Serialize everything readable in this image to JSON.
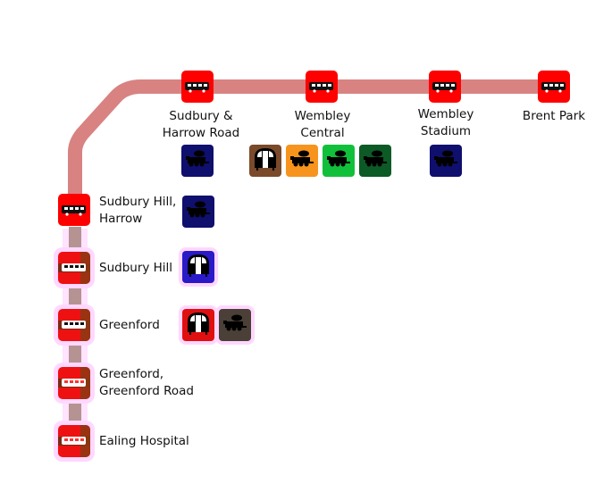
{
  "map": {
    "line_colors": {
      "upper": "#d98282",
      "lower": "#b59393",
      "halo": "#ffd7ff"
    },
    "stop_color": "#ff0000",
    "stops": [
      {
        "id": "brent-park",
        "name": "Brent Park",
        "faded": false
      },
      {
        "id": "wembley-stadium",
        "name": "Wembley Stadium",
        "lines": [
          "Wembley",
          "Stadium"
        ],
        "faded": false
      },
      {
        "id": "wembley-central",
        "name": "Wembley Central",
        "lines": [
          "Wembley",
          "Central"
        ],
        "faded": false
      },
      {
        "id": "sudbury-harrow-road",
        "name": "Sudbury & Harrow Road",
        "lines": [
          "Sudbury &",
          "Harrow Road"
        ],
        "faded": false
      },
      {
        "id": "sudbury-hill-harrow",
        "name": "Sudbury Hill, Harrow",
        "lines": [
          "Sudbury Hill,",
          "Harrow"
        ],
        "faded": false
      },
      {
        "id": "sudbury-hill",
        "name": "Sudbury Hill",
        "faded": true
      },
      {
        "id": "greenford",
        "name": "Greenford",
        "faded": true
      },
      {
        "id": "greenford-greenford-road",
        "name": "Greenford, Greenford Road",
        "lines": [
          "Greenford,",
          "Greenford Road"
        ],
        "faded": true
      },
      {
        "id": "ealing-hospital",
        "name": "Ealing Hospital",
        "faded": true
      }
    ],
    "interchanges": {
      "sudbury-harrow-road": [
        {
          "icon": "train-icon",
          "color": "#0f0f6e"
        }
      ],
      "wembley-central": [
        {
          "icon": "underground-icon",
          "color": "#7a4a2a"
        },
        {
          "icon": "train-icon",
          "color": "#f7941d"
        },
        {
          "icon": "train-icon",
          "color": "#11c03a"
        },
        {
          "icon": "train-icon",
          "color": "#0c5a25"
        }
      ],
      "wembley-stadium": [
        {
          "icon": "train-icon",
          "color": "#0f0f6e"
        }
      ],
      "sudbury-hill-harrow": [
        {
          "icon": "train-icon",
          "color": "#0f0f6e"
        }
      ],
      "sudbury-hill": [
        {
          "icon": "underground-icon",
          "color": "#2a1ac8"
        }
      ],
      "greenford": [
        {
          "icon": "underground-icon",
          "color": "#e01010"
        },
        {
          "icon": "train-icon",
          "color": "#4a4038"
        }
      ]
    }
  }
}
